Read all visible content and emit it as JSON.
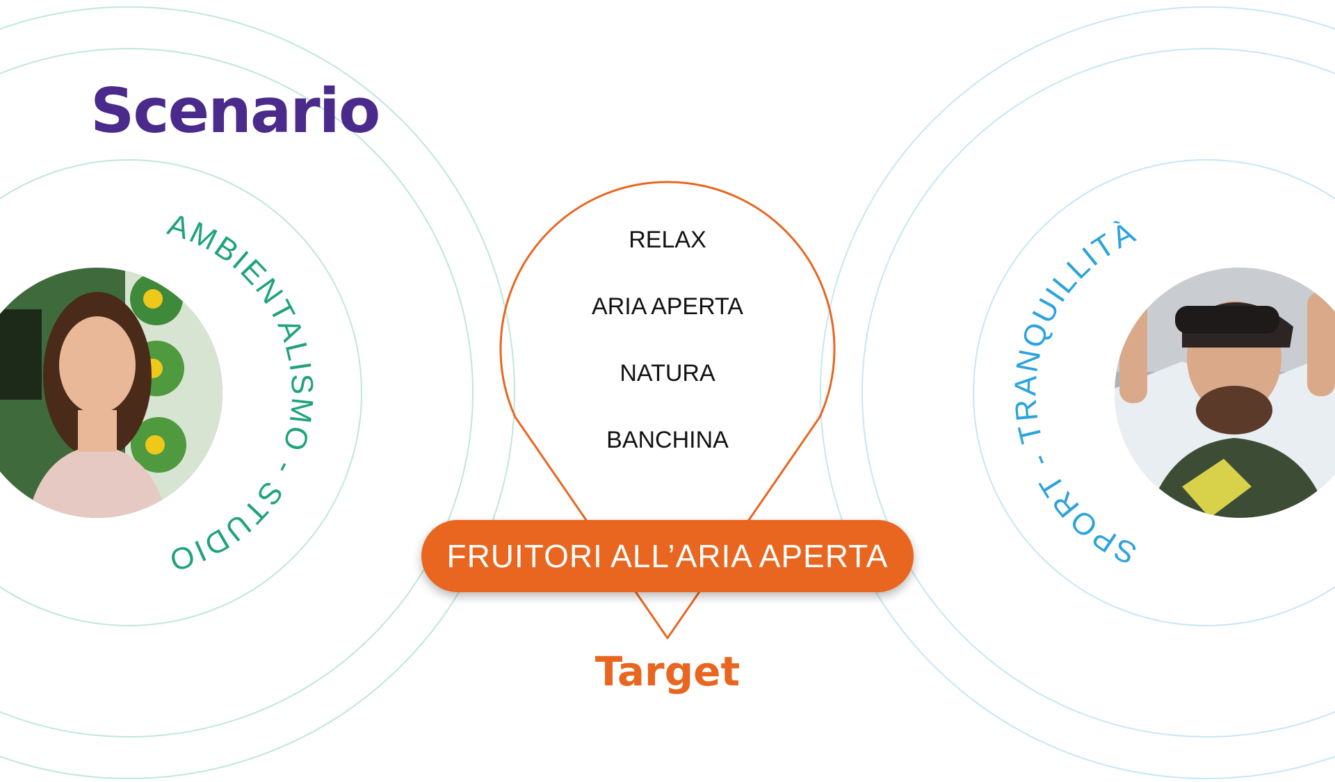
{
  "title": "Scenario",
  "keywords": [
    "RELAX",
    "ARIA APERTA",
    "NATURA",
    "BANCHINA"
  ],
  "target_pill": "FRUITORI ALL’ARIA APERTA",
  "target_label": "Target",
  "persona_left": {
    "arc_label": "AMBIENTALISMO - STUDIO",
    "color": "#1fa37a"
  },
  "persona_right": {
    "arc_label": "SPORT - TRANQUILLITÀ",
    "color": "#2ba3dc"
  },
  "colors": {
    "title": "#4a2a8a",
    "accent": "#e8661f",
    "ring_left": "#bfe6dc",
    "ring_right": "#c6e6f4"
  }
}
